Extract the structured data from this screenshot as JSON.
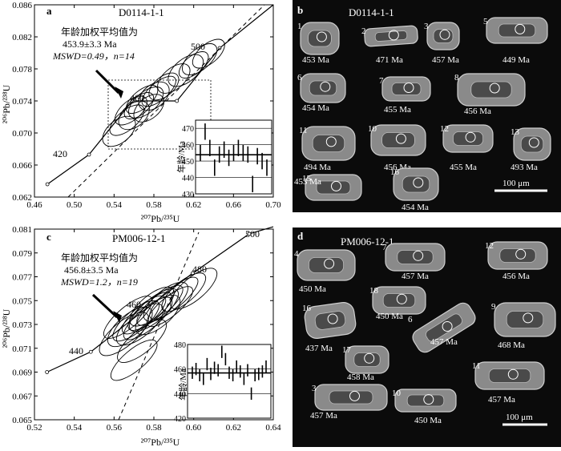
{
  "panels": {
    "a": {
      "letter": "a",
      "sample": "D0114-1-1",
      "stat_title": "年龄加权平均值为",
      "stat_age": "453.9±3.3 Ma",
      "stat_mswd": "MSWD=0.49，n=14",
      "concordia_labels": [
        "420",
        "460",
        "500"
      ],
      "inset_ylabel": "年龄/Ma",
      "inset_yticks": [
        "470",
        "460",
        "450",
        "440",
        "430"
      ]
    },
    "b": {
      "letter": "b",
      "sample": "D0114-1-1",
      "scale": "100 μm",
      "grains": [
        {
          "no": "1",
          "age": "453 Ma"
        },
        {
          "no": "2",
          "age": "471 Ma"
        },
        {
          "no": "3",
          "age": "457 Ma"
        },
        {
          "no": "5",
          "age": "449 Ma"
        },
        {
          "no": "6",
          "age": "454 Ma"
        },
        {
          "no": "7",
          "age": "455 Ma"
        },
        {
          "no": "8",
          "age": "456 Ma"
        },
        {
          "no": "11",
          "age": "494 Ma"
        },
        {
          "no": "10",
          "age": "456 Ma"
        },
        {
          "no": "12",
          "age": "455 Ma"
        },
        {
          "no": "13",
          "age": "493 Ma"
        },
        {
          "no": "15",
          "age": "453 Ma"
        },
        {
          "no": "16",
          "age": "454 Ma"
        }
      ]
    },
    "c": {
      "letter": "c",
      "sample": "PM006-12-1",
      "stat_title": "年龄加权平均值为",
      "stat_age": "456.8±3.5 Ma",
      "stat_mswd": "MSWD=1.2，n=19",
      "concordia_labels": [
        "440",
        "460",
        "480",
        "500"
      ],
      "inset_ylabel": "年龄/Ma",
      "inset_yticks": [
        "480",
        "460",
        "440",
        "420"
      ]
    },
    "d": {
      "letter": "d",
      "sample": "PM006-12-1",
      "scale": "100 μm",
      "grains": [
        {
          "no": "4",
          "age": "450 Ma"
        },
        {
          "no": "7",
          "age": "457 Ma"
        },
        {
          "no": "12",
          "age": "456 Ma"
        },
        {
          "no": "18",
          "age": "450 Ma"
        },
        {
          "no": "16",
          "age": "437 Ma"
        },
        {
          "no": "6",
          "age": "457 Ma"
        },
        {
          "no": "9",
          "age": "468 Ma"
        },
        {
          "no": "17",
          "age": "458 Ma"
        },
        {
          "no": "11",
          "age": "457 Ma"
        },
        {
          "no": "3",
          "age": "457 Ma"
        },
        {
          "no": "10",
          "age": "450 Ma"
        }
      ]
    }
  },
  "chart_data": [
    {
      "type": "scatter",
      "panel": "a",
      "xlabel": "²⁰⁷Pb/²³⁵U",
      "ylabel": "²⁰⁶Pb/²³⁸U",
      "xlim": [
        0.46,
        0.7
      ],
      "ylim": [
        0.062,
        0.086
      ],
      "xticks": [
        "0.46",
        "0.50",
        "0.54",
        "0.58",
        "0.62",
        "0.66",
        "0.70"
      ],
      "yticks": [
        "0.062",
        "0.066",
        "0.070",
        "0.074",
        "0.078",
        "0.082",
        "0.086"
      ],
      "concordia": [
        [
          0.473,
          0.0636
        ],
        [
          0.5148,
          0.0673
        ],
        [
          0.5584,
          0.074
        ],
        [
          0.6031,
          0.074
        ],
        [
          0.6461,
          0.0806
        ],
        [
          0.7,
          0.086
        ]
      ],
      "ellipses": [
        [
          0.565,
          0.0734
        ],
        [
          0.557,
          0.0728
        ],
        [
          0.572,
          0.0738
        ],
        [
          0.56,
          0.0722
        ],
        [
          0.568,
          0.0742
        ],
        [
          0.553,
          0.0716
        ],
        [
          0.575,
          0.0731
        ],
        [
          0.545,
          0.0702
        ],
        [
          0.585,
          0.0752
        ],
        [
          0.59,
          0.0758
        ],
        [
          0.6,
          0.0768
        ],
        [
          0.612,
          0.0778
        ],
        [
          0.62,
          0.0785
        ],
        [
          0.635,
          0.0799
        ],
        [
          0.626,
          0.0792
        ],
        [
          0.58,
          0.0746
        ]
      ],
      "inset_values": [
        455,
        468,
        458,
        446,
        454,
        457,
        452,
        455,
        458,
        455,
        454,
        436,
        453,
        450,
        446
      ],
      "inset_mean": 453.9,
      "inset_ylim": [
        430,
        475
      ]
    },
    {
      "type": "scatter",
      "panel": "c",
      "xlabel": "²⁰⁷Pb/²³⁵U",
      "ylabel": "²⁰⁶Pb/²³⁸U",
      "xlim": [
        0.52,
        0.64
      ],
      "ylim": [
        0.065,
        0.081
      ],
      "xticks": [
        "0.52",
        "0.54",
        "0.56",
        "0.58",
        "0.60",
        "0.62",
        "0.64"
      ],
      "yticks": [
        "0.065",
        "0.067",
        "0.069",
        "0.071",
        "0.073",
        "0.075",
        "0.077",
        "0.079",
        "0.081"
      ],
      "concordia": [
        [
          0.5263,
          0.069
        ],
        [
          0.5483,
          0.0707
        ],
        [
          0.5728,
          0.0739
        ],
        [
          0.5995,
          0.0773
        ],
        [
          0.6279,
          0.0806
        ],
        [
          0.64,
          0.0812
        ]
      ],
      "ellipses": [
        [
          0.575,
          0.0738
        ],
        [
          0.571,
          0.0733
        ],
        [
          0.58,
          0.0742
        ],
        [
          0.568,
          0.0728
        ],
        [
          0.583,
          0.0746
        ],
        [
          0.577,
          0.0735
        ],
        [
          0.586,
          0.0749
        ],
        [
          0.573,
          0.073
        ],
        [
          0.59,
          0.0752
        ],
        [
          0.595,
          0.0757
        ],
        [
          0.6,
          0.076
        ],
        [
          0.565,
          0.0722
        ],
        [
          0.578,
          0.0741
        ],
        [
          0.57,
          0.07
        ],
        [
          0.574,
          0.0716
        ],
        [
          0.582,
          0.0738
        ],
        [
          0.588,
          0.0745
        ],
        [
          0.567,
          0.0736
        ],
        [
          0.579,
          0.0745
        ]
      ],
      "inset_values": [
        457,
        460,
        455,
        452,
        464,
        456,
        461,
        459,
        474,
        468,
        457,
        455,
        462,
        458,
        452,
        459,
        440,
        455,
        456,
        458,
        462
      ],
      "inset_mean": 456.8,
      "inset_ylim": [
        420,
        480
      ]
    }
  ],
  "colors": {
    "cl_background": "#0b0b0b",
    "axis": "#000000"
  }
}
